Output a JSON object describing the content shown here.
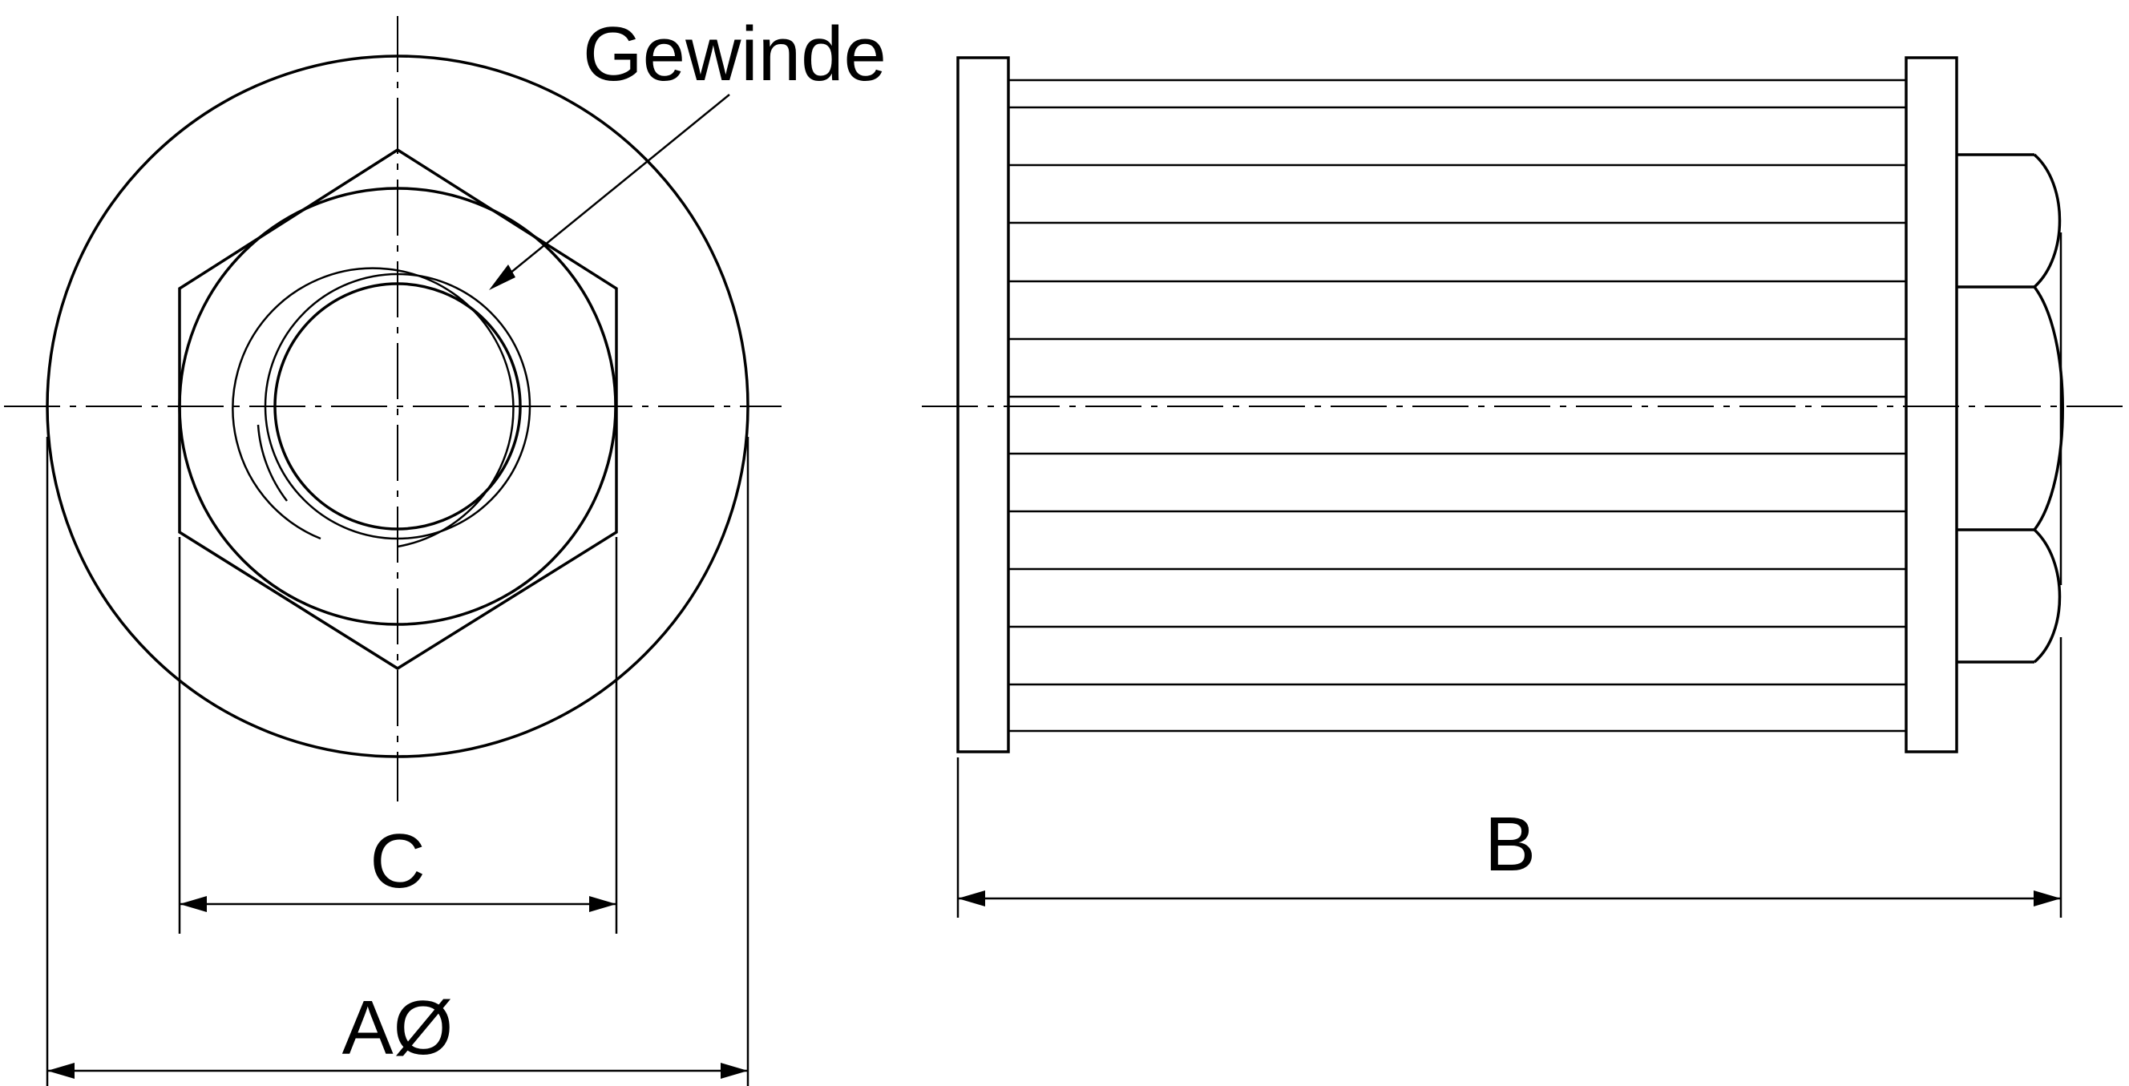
{
  "labels": {
    "thread": "Gewinde",
    "dim_a": "AØ",
    "dim_b": "B",
    "dim_c": "C"
  },
  "colors": {
    "line": "#000000",
    "background": "#ffffff"
  }
}
